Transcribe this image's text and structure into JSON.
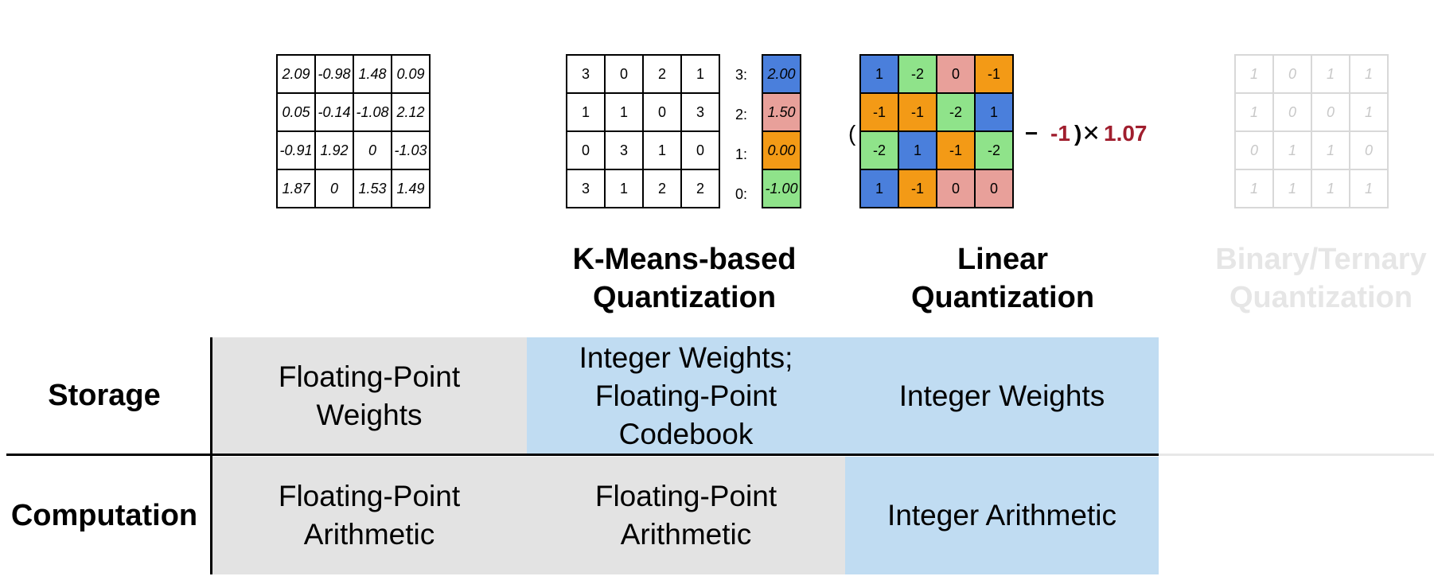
{
  "colors": {
    "blue": "#4a7fdc",
    "red": "#e8a09a",
    "orange": "#f39a16",
    "green": "#8fe38a",
    "accent_red": "#a01e2e",
    "gray_fill": "#e3e3e3",
    "blue_fill": "#c0dcf2",
    "faded": "#c8c8c8"
  },
  "original_weights": [
    [
      "2.09",
      "-0.98",
      "1.48",
      "0.09"
    ],
    [
      "0.05",
      "-0.14",
      "-1.08",
      "2.12"
    ],
    [
      "-0.91",
      "1.92",
      "0",
      "-1.03"
    ],
    [
      "1.87",
      "0",
      "1.53",
      "1.49"
    ]
  ],
  "kmeans": {
    "indices": [
      [
        "3",
        "0",
        "2",
        "1"
      ],
      [
        "1",
        "1",
        "0",
        "3"
      ],
      [
        "0",
        "3",
        "1",
        "0"
      ],
      [
        "3",
        "1",
        "2",
        "2"
      ]
    ],
    "codebook": [
      {
        "index": "3:",
        "value": "2.00",
        "color": "blue"
      },
      {
        "index": "2:",
        "value": "1.50",
        "color": "red"
      },
      {
        "index": "1:",
        "value": "0.00",
        "color": "orange"
      },
      {
        "index": "0:",
        "value": "-1.00",
        "color": "green"
      }
    ],
    "title": [
      "K-Means-based",
      "Quantization"
    ]
  },
  "linear": {
    "matrix": [
      [
        "1",
        "-2",
        "0",
        "-1"
      ],
      [
        "-1",
        "-1",
        "-2",
        "1"
      ],
      [
        "-2",
        "1",
        "-1",
        "-2"
      ],
      [
        "1",
        "-1",
        "0",
        "0"
      ]
    ],
    "open_paren": "(",
    "minus": "−",
    "zero_point": "-1",
    "close_times": ")✕",
    "scale": "1.07",
    "title": [
      "Linear",
      "Quantization"
    ]
  },
  "binary": {
    "matrix": [
      [
        "1",
        "0",
        "1",
        "1"
      ],
      [
        "1",
        "0",
        "0",
        "1"
      ],
      [
        "0",
        "1",
        "1",
        "0"
      ],
      [
        "1",
        "1",
        "1",
        "1"
      ]
    ],
    "title": [
      "Binary/Ternary",
      "Quantization"
    ]
  },
  "table": {
    "rows": [
      {
        "label": "Storage",
        "cells": [
          "Floating-Point\nWeights",
          "Integer Weights;\nFloating-Point\nCodebook",
          "Integer Weights"
        ]
      },
      {
        "label": "Computation",
        "cells": [
          "Floating-Point\nArithmetic",
          "Floating-Point\nArithmetic",
          "Integer Arithmetic"
        ]
      }
    ]
  }
}
